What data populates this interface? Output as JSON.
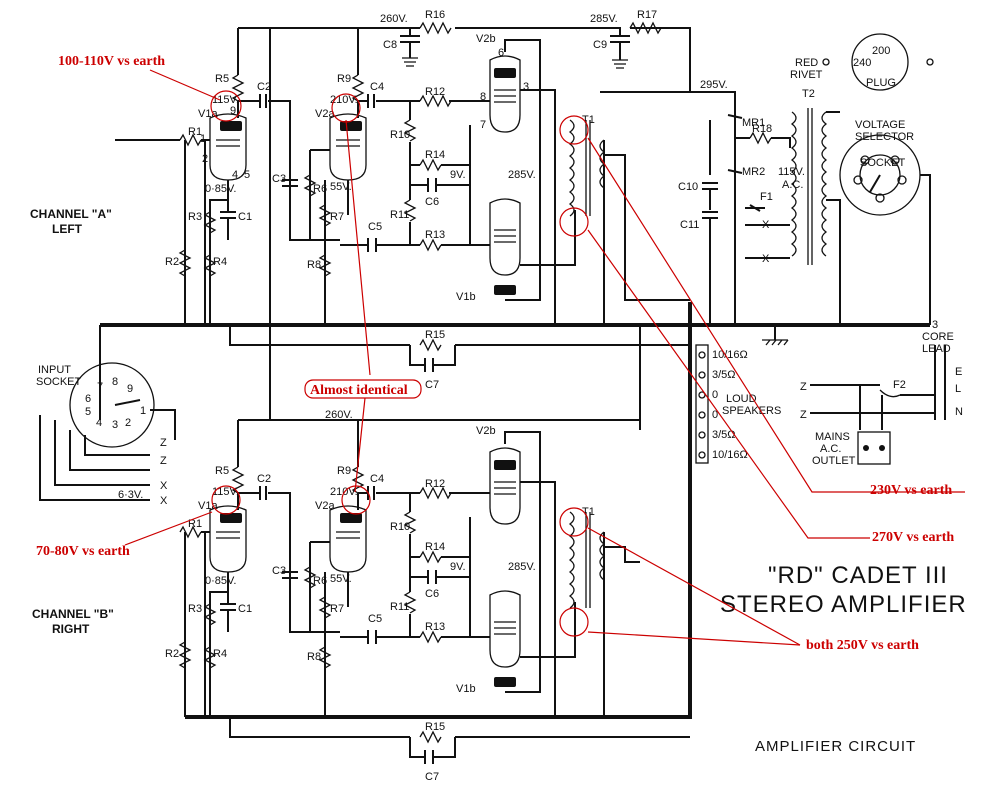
{
  "title": "\"RD\" CADET III",
  "subtitle": "STEREO AMPLIFIER",
  "footer": "AMPLIFIER CIRCUIT",
  "channels": {
    "a_line1": "CHANNEL \"A\"",
    "a_line2": "LEFT",
    "b_line1": "CHANNEL \"B\"",
    "b_line2": "RIGHT"
  },
  "input_socket": {
    "line1": "INPUT",
    "line2": "SOCKET",
    "pins": [
      "7",
      "8",
      "9",
      "6",
      "5",
      "1",
      "4",
      "3",
      "2"
    ]
  },
  "voltages": {
    "v260": "260V.",
    "v285": "285V.",
    "v295": "295V.",
    "v115": "115V.",
    "v210": "210V.",
    "v55": "55V.",
    "v085": "0·85V.",
    "v9": "9V."
  },
  "parts": {
    "R1": "R1",
    "R2": "R2",
    "R3": "R3",
    "R4": "R4",
    "R5": "R5",
    "R6": "R6",
    "R7": "R7",
    "R8": "R8",
    "R9": "R9",
    "R10": "R10",
    "R11": "R11",
    "R12": "R12",
    "R13": "R13",
    "R14": "R14",
    "R15": "R15",
    "R16": "R16",
    "R17": "R17",
    "R18": "R18",
    "C1": "C1",
    "C2": "C2",
    "C3": "C3",
    "C4": "C4",
    "C5": "C5",
    "C6": "C6",
    "C7": "C7",
    "C8": "C8",
    "C9": "C9",
    "C10": "C10",
    "C11": "C11",
    "V1a": "V1a",
    "V2a": "V2a",
    "V1b": "V1b",
    "V2b": "V2b",
    "T1": "T1",
    "T2": "T2",
    "MR1": "MR1",
    "MR2": "MR2",
    "F1": "F1",
    "F2": "F2"
  },
  "pins": {
    "p1": "1",
    "p2": "2",
    "p3": "3",
    "p4": "4",
    "p5": "5",
    "p6": "6",
    "p7": "7",
    "p8": "8",
    "p9": "9"
  },
  "heater": {
    "x": "X",
    "z": "Z",
    "v63": "6·3V."
  },
  "speakers": {
    "label_line1": "LOUD",
    "label_line2": "SPEAKERS",
    "taps": [
      "10/16Ω",
      "3/5Ω",
      "0",
      "0",
      "3/5Ω",
      "10/16Ω"
    ]
  },
  "mains": {
    "lead_line1": "3",
    "lead_line2": "CORE",
    "lead_line3": "LEAD",
    "e": "E",
    "l": "L",
    "n": "N",
    "outlet_line1": "MAINS",
    "outlet_line2": "A.C.",
    "outlet_line3": "OUTLET",
    "t2_primary": "115V.",
    "t2_ac": "A.C.",
    "selector_line1": "VOLTAGE",
    "selector_line2": "SELECTOR",
    "socket": "SOCKET",
    "red_rivet_line1": "RED",
    "red_rivet_line2": "RIVET",
    "plug": "PLUG",
    "plug_240": "240",
    "plug_digits": "200"
  },
  "annotations": {
    "a1": "100-110V vs earth",
    "a2": "Almost identical",
    "a3": "70-80V vs earth",
    "a4": "230V vs earth",
    "a5": "270V vs earth",
    "a6": "both 250V vs earth"
  },
  "colors": {
    "ink": "#111111",
    "annotation": "#cc0000",
    "background": "#ffffff"
  }
}
